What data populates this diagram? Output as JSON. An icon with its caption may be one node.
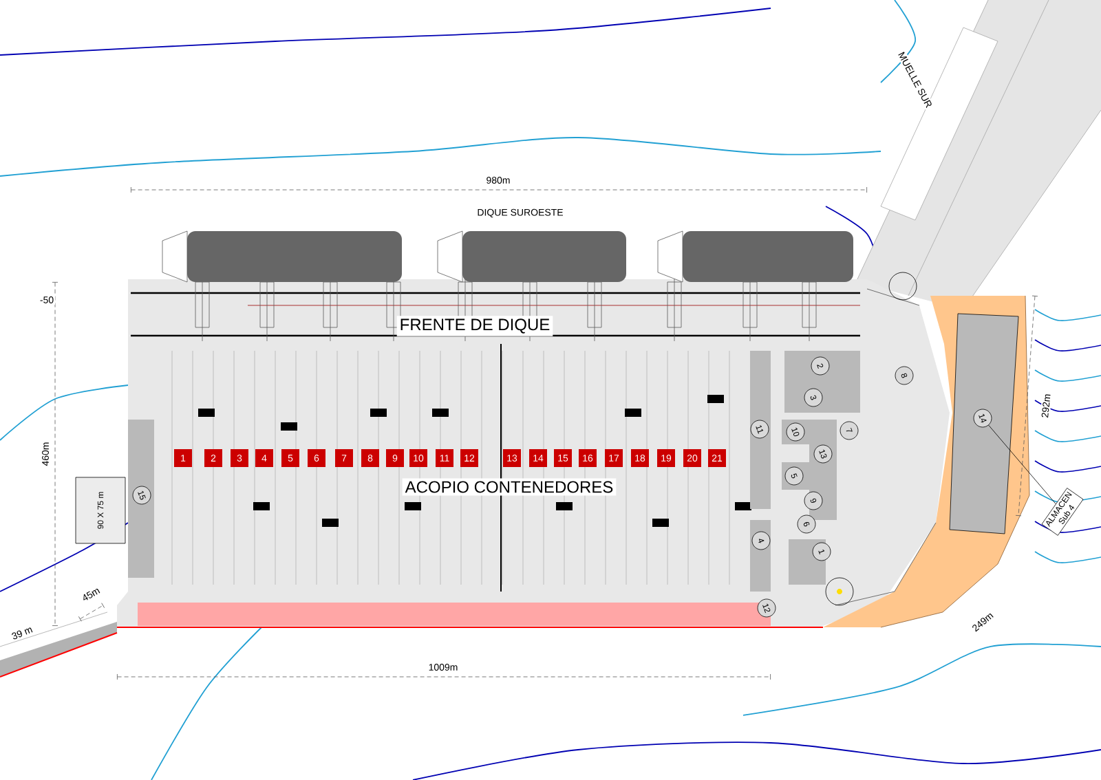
{
  "diagram": {
    "nodes": [
      {
        "text": [
          "1"
        ]
      },
      {
        "text": [
          "2"
        ]
      },
      {
        "text": [
          "3"
        ]
      },
      {
        "text": [
          "4"
        ]
      },
      {
        "text": [
          "5"
        ]
      },
      {
        "text": [
          "6"
        ]
      },
      {
        "text": [
          "7"
        ]
      },
      {
        "text": [
          "8"
        ]
      },
      {
        "text": [
          "9"
        ]
      },
      {
        "text": [
          "10"
        ]
      },
      {
        "text": [
          "11"
        ]
      },
      {
        "text": [
          "12"
        ]
      },
      {
        "text": [
          "13"
        ]
      },
      {
        "text": [
          "14"
        ]
      },
      {
        "text": [
          "15"
        ]
      },
      {
        "text": [
          "1"
        ]
      },
      {
        "text": [
          "2"
        ]
      },
      {
        "text": [
          "3"
        ]
      },
      {
        "text": [
          "4"
        ]
      },
      {
        "text": [
          "5"
        ]
      },
      {
        "text": [
          "6"
        ]
      },
      {
        "text": [
          "7"
        ]
      },
      {
        "text": [
          "8"
        ]
      },
      {
        "text": [
          "9"
        ]
      },
      {
        "text": [
          "10"
        ]
      },
      {
        "text": [
          "11"
        ]
      },
      {
        "text": [
          "12"
        ]
      },
      {
        "text": [
          "13"
        ]
      },
      {
        "text": [
          "14"
        ]
      },
      {
        "text": [
          "15"
        ]
      },
      {
        "text": [
          "16"
        ]
      },
      {
        "text": [
          "17"
        ]
      },
      {
        "text": [
          "18"
        ]
      },
      {
        "text": [
          "19"
        ]
      },
      {
        "text": [
          "20"
        ]
      },
      {
        "text": [
          "21"
        ]
      },
      {
        "text": [
          "90 X 75 m"
        ]
      },
      {
        "text": [
          "ALMACEN",
          "Sub 4"
        ]
      }
    ],
    "edges": [
      {
        "from": 37,
        "to": 13,
        "arrow": "none"
      }
    ],
    "labels": [
      "MUELLE SUR",
      "980m",
      "DIQUE SUROESTE",
      "-50",
      "FRENTE DE DIQUE",
      "460m",
      "ACOPIO CONTENEDORES",
      "292m",
      "45m",
      "39 m",
      "249m",
      "1009m"
    ]
  }
}
